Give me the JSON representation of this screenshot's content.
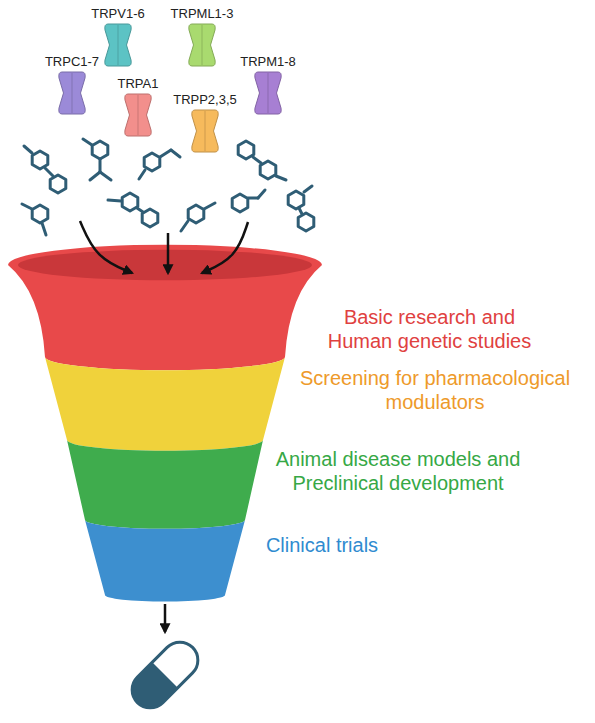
{
  "diagram": {
    "nodes": [
      {
        "text": [
          "TRPV1-6"
        ]
      },
      {
        "text": [
          "TRPML1-3"
        ]
      },
      {
        "text": [
          "TRPC1-7"
        ]
      },
      {
        "text": [
          "TRPA1"
        ]
      },
      {
        "text": [
          "TRPM1-8"
        ]
      },
      {
        "text": [
          "TRPP2,3,5"
        ]
      },
      {
        "text": [
          "Basic research and Human genetic studies"
        ]
      },
      {
        "text": [
          "Screening for pharmacological modulators"
        ]
      },
      {
        "text": [
          "Animal disease models and Preclinical development"
        ]
      },
      {
        "text": [
          "Clinical trials"
        ]
      }
    ]
  }
}
